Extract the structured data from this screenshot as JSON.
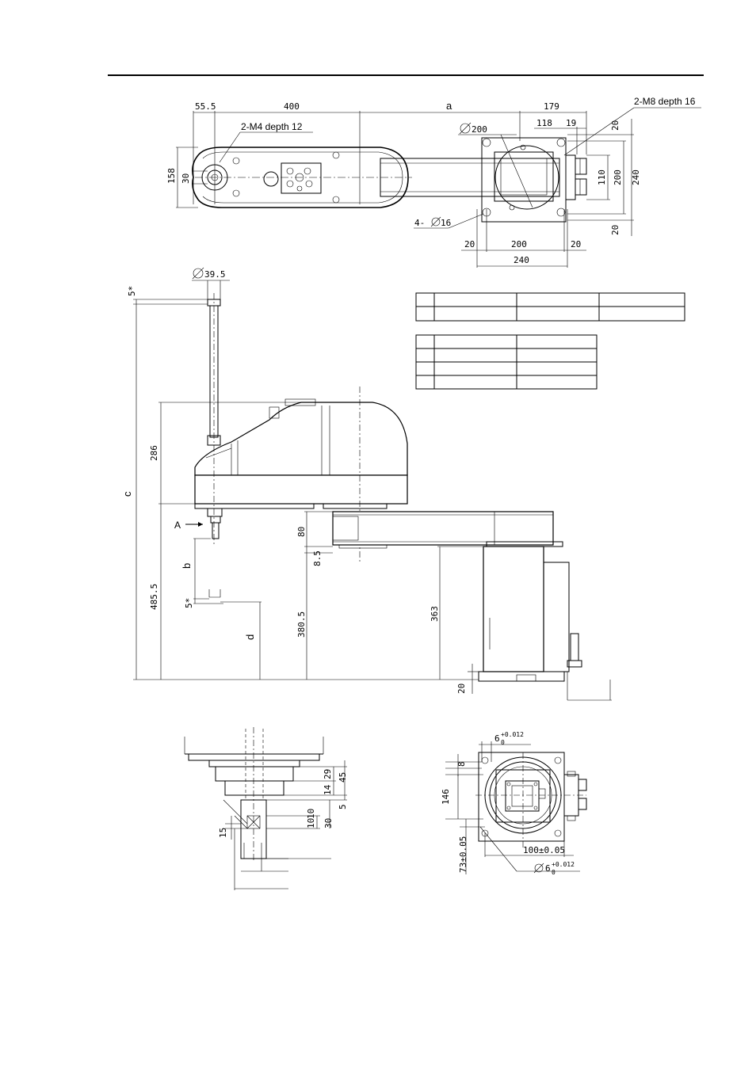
{
  "top_view": {
    "dims": {
      "d55": "55.5",
      "d400": "400",
      "da": "a",
      "d179": "179",
      "d118": "118",
      "d19": "19",
      "d158": "158",
      "d30": "30",
      "d20a": "20",
      "d110": "110",
      "d200r": "200",
      "d240r": "240",
      "d20b": "20",
      "d20l": "20",
      "d200b": "200",
      "d20r": "20",
      "d240b": "240"
    },
    "callouts": {
      "m4": "2-M4 depth 12",
      "m8": "2-M8 depth 16",
      "phi200": "200",
      "holes": "4-",
      "holes_dia": "16"
    }
  },
  "side_view": {
    "dims": {
      "phi39": "39.5",
      "d5top": "5",
      "d286": "286",
      "dc": "c",
      "dA": "A",
      "d80": "80",
      "d8_5": "8.5",
      "db": "b",
      "d485": "485.5",
      "d5mid": "5",
      "dd": "d",
      "d380": "380.5",
      "d363": "363",
      "d20": "20"
    },
    "star": "*"
  },
  "detail_view": {
    "dims": {
      "d29": "29",
      "d14": "14",
      "d45": "45",
      "d5": "5",
      "d15": "15",
      "d10a": "10",
      "d10b": "10",
      "d30": "30"
    }
  },
  "base_view": {
    "dims": {
      "tol_top": "6",
      "tol_top_sup": "+0.012",
      "tol_top_sub": "0",
      "d8": "8",
      "d146": "146",
      "d73": "73±0.05",
      "d100": "100±0.05",
      "tol_bot": "6",
      "tol_bot_sup": "+0.012",
      "tol_bot_sub": "0"
    }
  },
  "tables": {
    "table1": {
      "rows": 2,
      "cols": 4
    },
    "table2": {
      "rows": 4,
      "cols": 3
    }
  }
}
